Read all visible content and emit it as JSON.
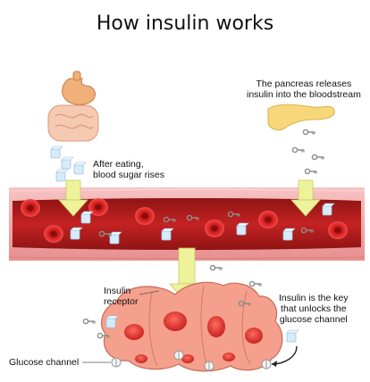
{
  "title": "How insulin works",
  "labels": {
    "after_eating": "After eating,\nblood sugar rises",
    "pancreas": "The pancreas releases\ninsulin into the bloodstream",
    "insulin_receptor": "Insulin\nreceptor",
    "insulin_key": "Insulin is the key\nthat unlocks the\nglucose channel",
    "glucose_channel": "Glucose channel"
  },
  "colors": {
    "vessel_wall": "#f2a7a7",
    "blood": "#b91d1d",
    "red_cell": "#d92020",
    "cell_body": "#f5a08c",
    "nucleus": "#e0302e",
    "arrow": "#e6ef8f",
    "pancreas": "#f7d97a",
    "stomach": "#f0b37e",
    "glucose_cube": "#cfe7f7"
  },
  "icons": [
    "stomach-icon",
    "intestine-icon",
    "pancreas-icon",
    "key-icon",
    "glucose-cube-icon",
    "red-blood-cell-icon"
  ]
}
